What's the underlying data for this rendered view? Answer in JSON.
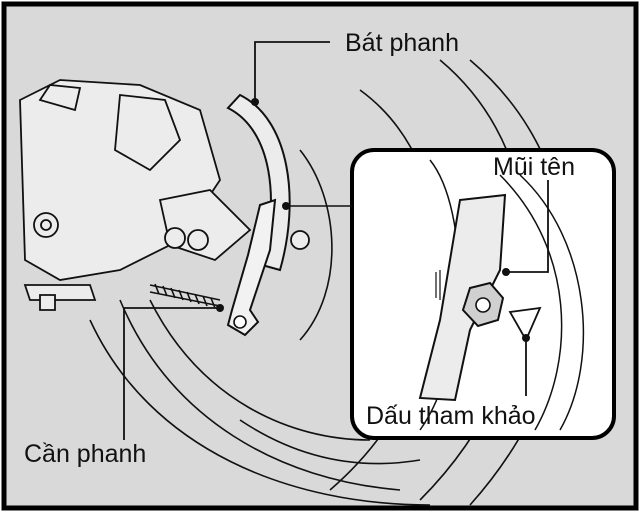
{
  "labels": {
    "brake_shoe": "Bát phanh",
    "arrow": "Mũi tên",
    "reference_mark": "Dấu tham khảo",
    "brake_arm": "Cần phanh"
  },
  "colors": {
    "frame": "#000000",
    "background": "#d9d9d9",
    "inset_background": "#ffffff",
    "line": "#111111"
  }
}
